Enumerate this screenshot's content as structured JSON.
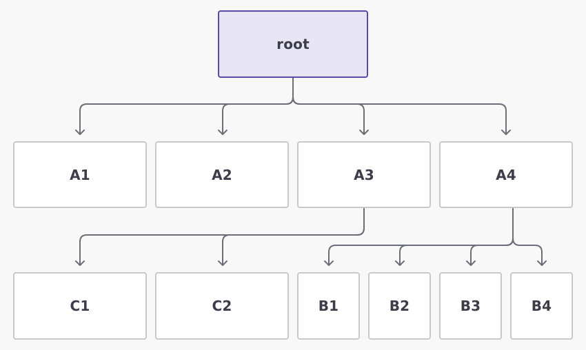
{
  "diagram": {
    "nodes": {
      "root": "root",
      "a1": "A1",
      "a2": "A2",
      "a3": "A3",
      "a4": "A4",
      "c1": "C1",
      "c2": "C2",
      "b1": "B1",
      "b2": "B2",
      "b3": "B3",
      "b4": "B4"
    },
    "edges": [
      [
        "root",
        "A1"
      ],
      [
        "root",
        "A2"
      ],
      [
        "root",
        "A3"
      ],
      [
        "root",
        "A4"
      ],
      [
        "A3",
        "C1"
      ],
      [
        "A3",
        "C2"
      ],
      [
        "A4",
        "B1"
      ],
      [
        "A4",
        "B2"
      ],
      [
        "A4",
        "B3"
      ],
      [
        "A4",
        "B4"
      ]
    ],
    "colors": {
      "root_fill": "#e8e6f5",
      "root_border": "#5a48b5",
      "node_fill": "#ffffff",
      "node_border": "#c9c9c9",
      "edge": "#6d6d78",
      "text": "#3d3d4a",
      "background": "#f8f8f8"
    }
  }
}
